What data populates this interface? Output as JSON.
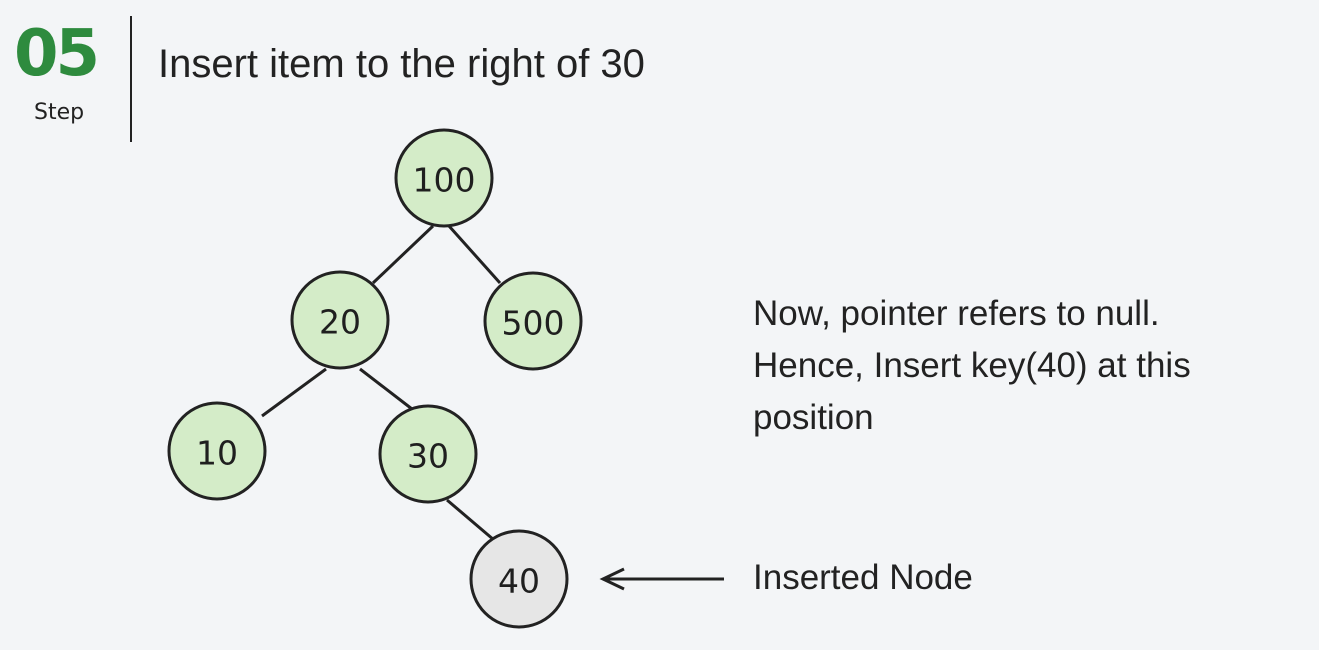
{
  "header": {
    "step_number": "05",
    "step_label": "Step",
    "title": "Insert item to the right of 30"
  },
  "tree": {
    "nodes": [
      {
        "id": "n100",
        "value": "100",
        "status": "existing"
      },
      {
        "id": "n20",
        "value": "20",
        "status": "existing"
      },
      {
        "id": "n500",
        "value": "500",
        "status": "existing"
      },
      {
        "id": "n10",
        "value": "10",
        "status": "existing"
      },
      {
        "id": "n30",
        "value": "30",
        "status": "existing"
      },
      {
        "id": "n40",
        "value": "40",
        "status": "inserted"
      }
    ],
    "edges": [
      {
        "from": "n100",
        "to": "n20"
      },
      {
        "from": "n100",
        "to": "n500"
      },
      {
        "from": "n20",
        "to": "n10"
      },
      {
        "from": "n20",
        "to": "n30"
      },
      {
        "from": "n30",
        "to": "n40"
      }
    ]
  },
  "explanation": {
    "lines": [
      "Now, pointer refers to null.",
      "Hence, Insert key(40) at this",
      "position"
    ]
  },
  "annotation": {
    "label": "Inserted Node",
    "arrow_icon": "arrow-left-icon"
  },
  "colors": {
    "step_number": "#2e8b3e",
    "existing_node_fill": "#d4ecc8",
    "inserted_node_fill": "#e6e6e6",
    "stroke": "#222222",
    "background": "#f3f5f7"
  }
}
